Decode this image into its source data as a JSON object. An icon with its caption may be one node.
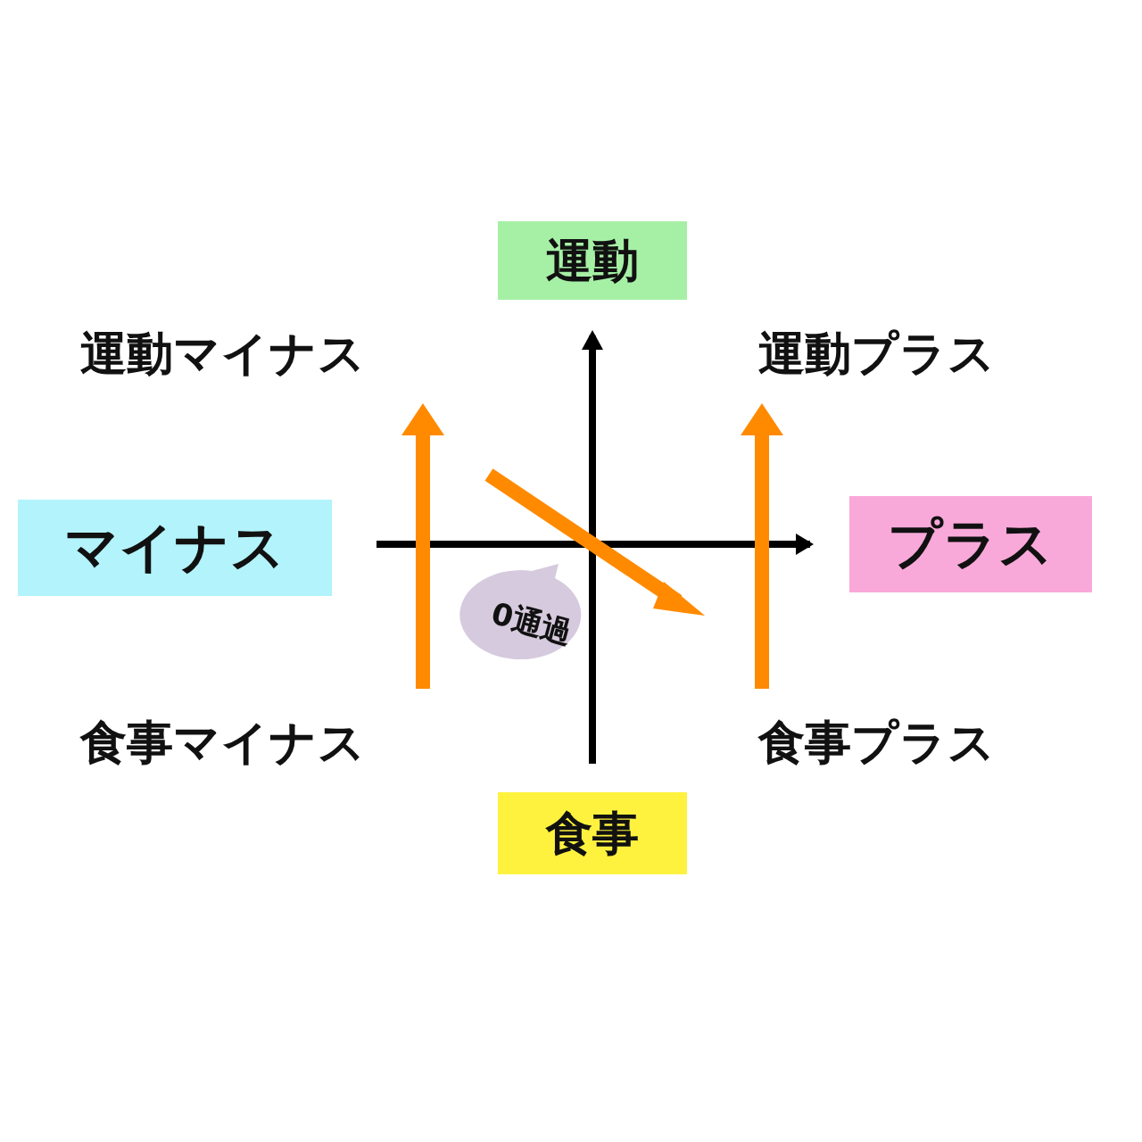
{
  "diagram": {
    "nodes": [
      {
        "text": [
          "運動"
        ]
      },
      {
        "text": [
          "マイナス"
        ]
      },
      {
        "text": [
          "プラス"
        ]
      },
      {
        "text": [
          "食事"
        ]
      },
      {
        "text": [
          "0通過"
        ]
      }
    ],
    "labels": [
      "運動マイナス",
      "運動プラス",
      "食事マイナス",
      "食事プラス"
    ]
  }
}
